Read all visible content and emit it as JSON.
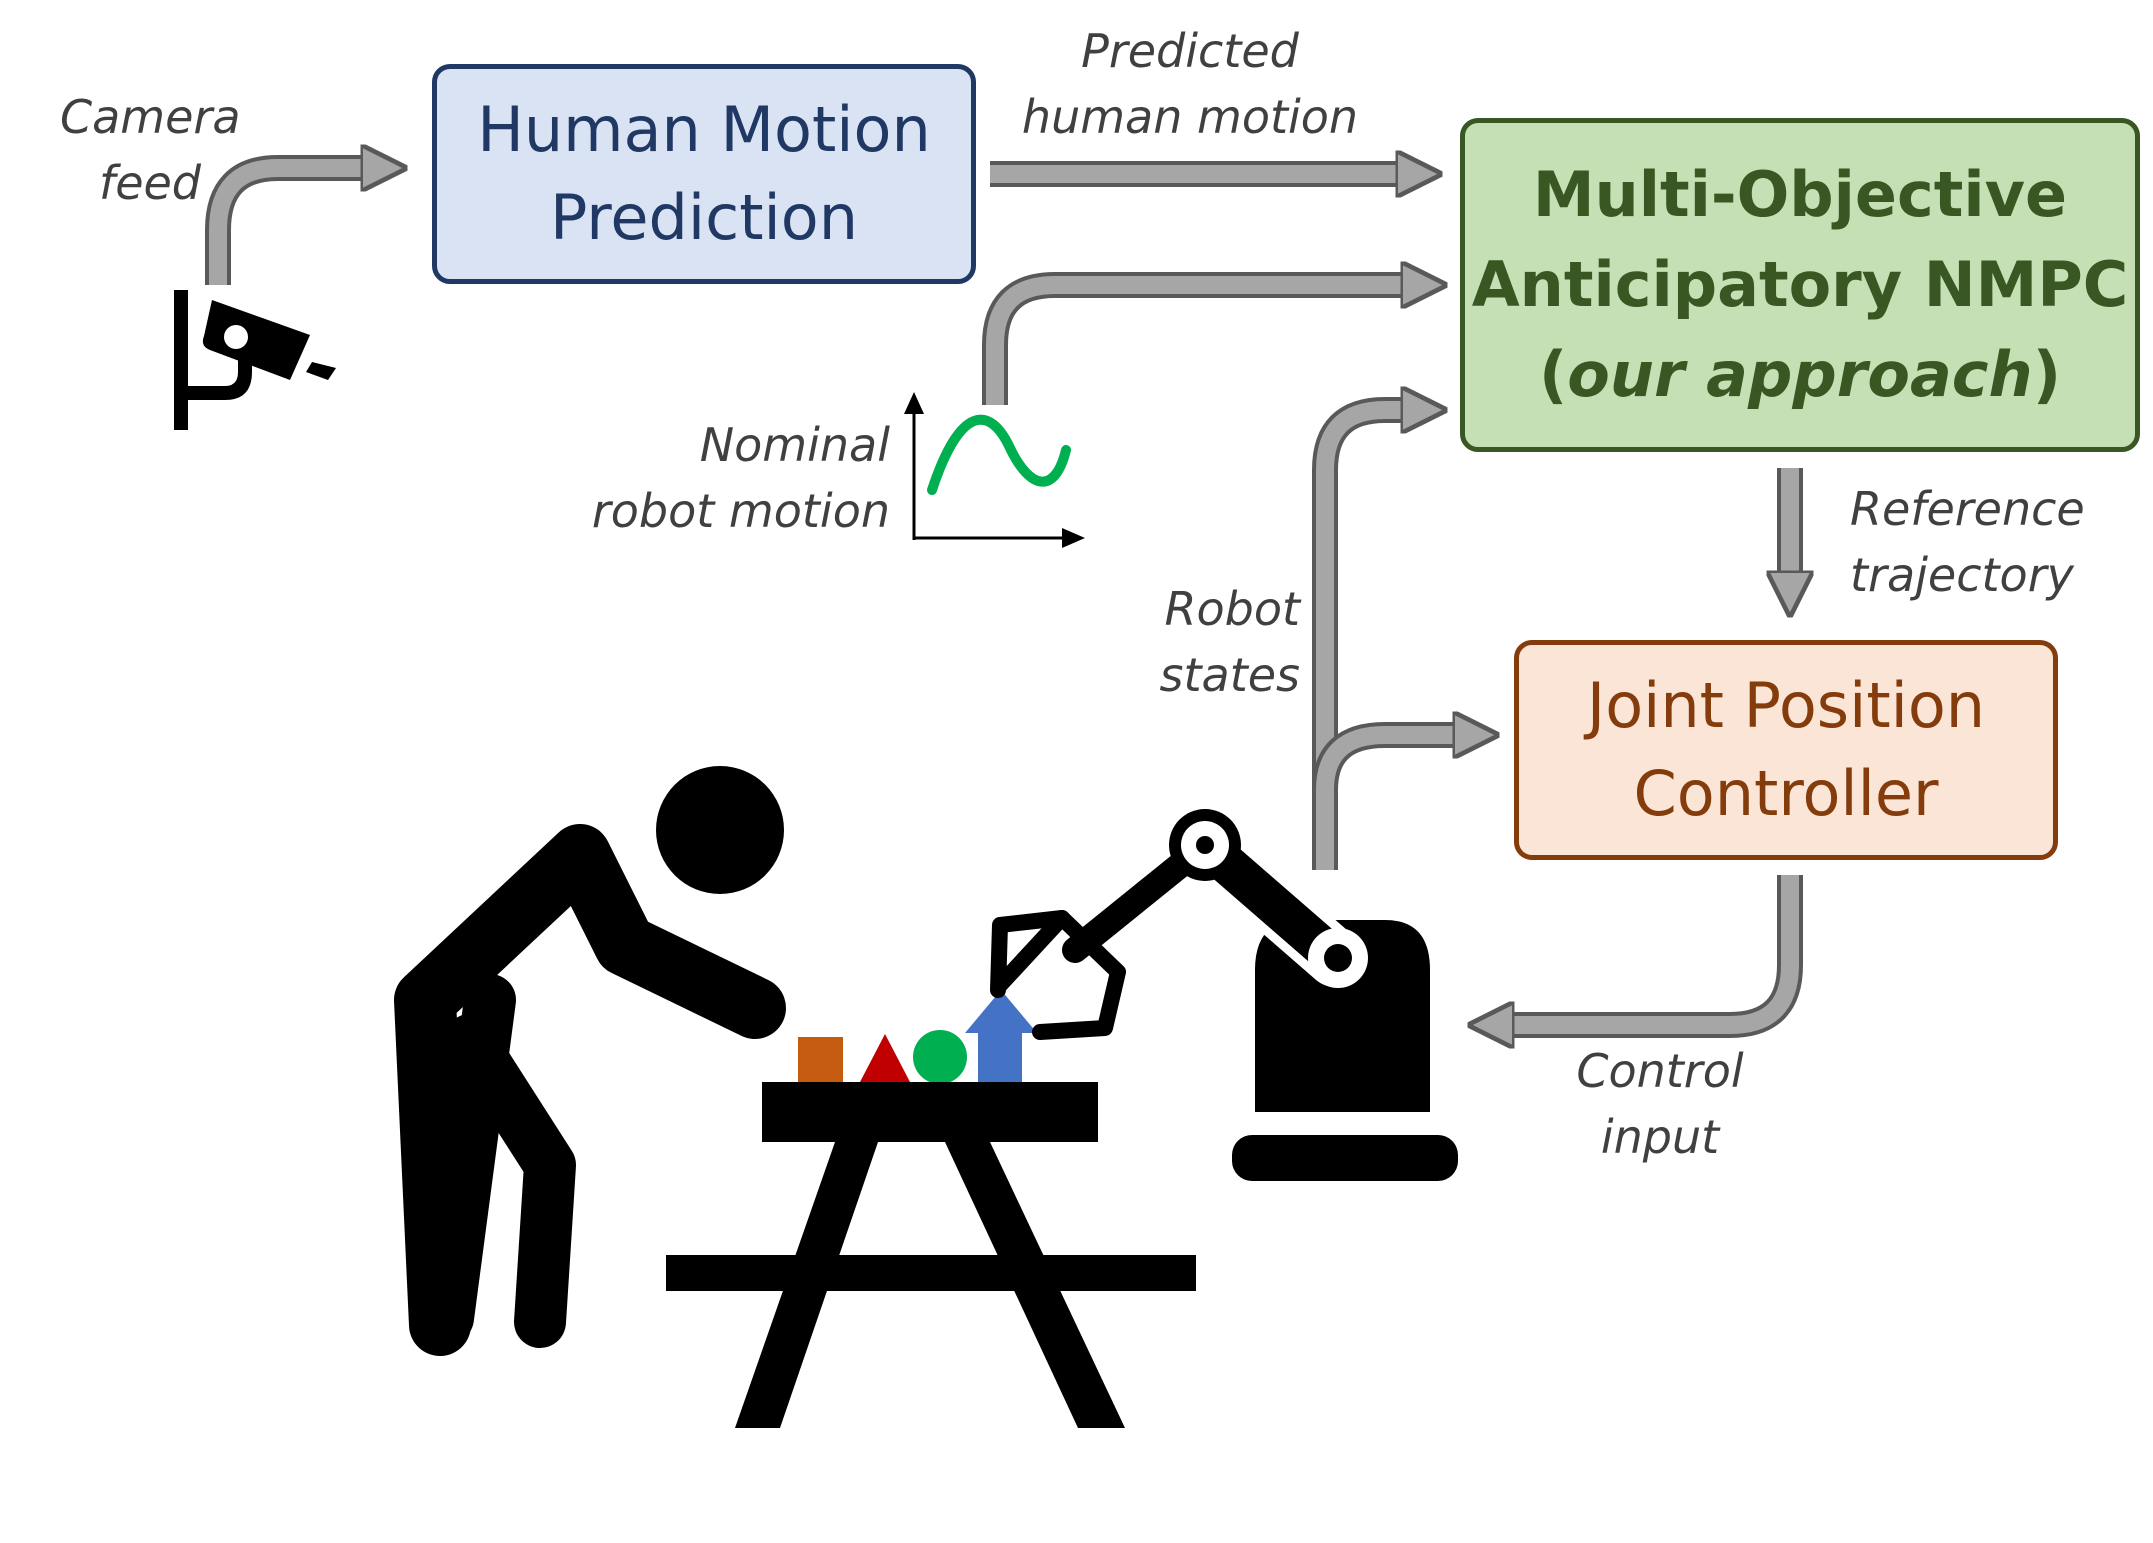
{
  "boxes": {
    "human_motion_prediction": {
      "line1": "Human Motion",
      "line2": "Prediction"
    },
    "nmpc": {
      "line1": "Multi-Objective",
      "line2": "Anticipatory NMPC",
      "line3_open": "(",
      "line3_em": "our approach",
      "line3_close": ")"
    },
    "joint_position_controller": {
      "line1": "Joint Position",
      "line2": "Controller"
    }
  },
  "labels": {
    "camera_feed": [
      "Camera",
      "feed"
    ],
    "predicted_human_motion": [
      "Predicted",
      "human motion"
    ],
    "nominal_robot_motion": [
      "Nominal",
      "robot motion"
    ],
    "robot_states": [
      "Robot",
      "states"
    ],
    "reference_trajectory": [
      "Reference",
      "trajectory"
    ],
    "control_input": [
      "Control",
      "input"
    ]
  },
  "colors": {
    "arrow_fill": "#a6a6a6",
    "arrow_outline": "#595959",
    "sine_wave": "#00b050",
    "block_square": "#c55a11",
    "block_triangle": "#c00000",
    "block_circle": "#00b050",
    "block_arrow": "#4472c4"
  },
  "icons": [
    "camera-icon",
    "human-icon",
    "table-icon",
    "robot-arm-icon",
    "sine-plot-icon"
  ]
}
